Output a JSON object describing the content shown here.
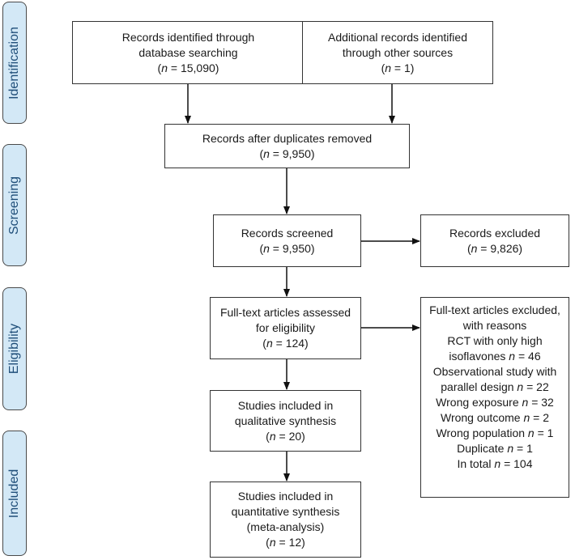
{
  "phases": {
    "identification": "Identification",
    "screening": "Screening",
    "eligibility": "Eligibility",
    "included": "Included"
  },
  "boxes": {
    "db_search": {
      "line1": "Records identified through",
      "line2": "database searching",
      "n": "(n = 15,090)"
    },
    "other_sources": {
      "line1": "Additional records identified",
      "line2": "through other sources",
      "n": "(n = 1)"
    },
    "after_duplicates": {
      "line1": "Records after duplicates removed",
      "n": "(n = 9,950)"
    },
    "screened": {
      "line1": "Records screened",
      "n": "(n = 9,950)"
    },
    "excluded": {
      "line1": "Records excluded",
      "n": "(n = 9,826)"
    },
    "fulltext": {
      "line1": "Full-text articles assessed",
      "line2": "for eligibility",
      "n": "(n = 124)"
    },
    "fulltext_excluded": {
      "lines": [
        "Full-text articles excluded,",
        "with reasons",
        "RCT with only high",
        "isoflavones n = 46",
        "Observational study with",
        "parallel design n = 22",
        "Wrong exposure n = 32",
        "Wrong outcome n = 2",
        "Wrong population n = 1",
        "Duplicate n = 1",
        "In total n = 104"
      ]
    },
    "qualitative": {
      "line1": "Studies included in",
      "line2": "qualitative synthesis",
      "n": "(n = 20)"
    },
    "quantitative": {
      "line1": "Studies included in",
      "line2": "quantitative synthesis",
      "line3": "(meta-analysis)",
      "n": "(n = 12)"
    }
  }
}
